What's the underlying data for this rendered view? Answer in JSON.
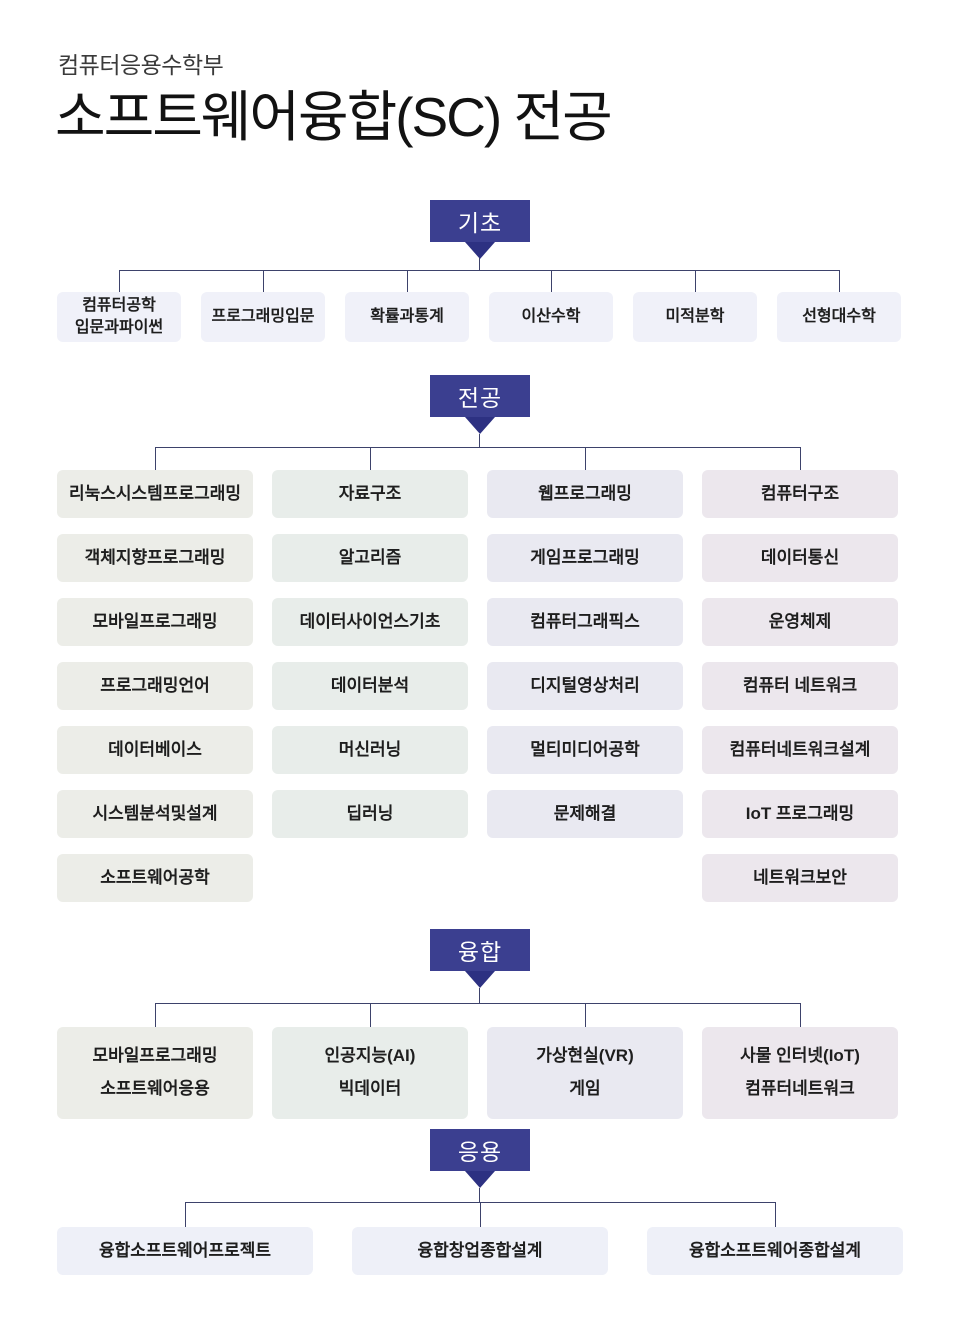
{
  "page": {
    "department": "컴퓨터응용수학부",
    "title": "소프트웨어융합(SC) 전공"
  },
  "colors": {
    "vars": {
      "navy": "#3b3f90",
      "navy-dark": "#2d3182",
      "line": "#3d426b",
      "text": "#1e1e1e",
      "fill-basic": "#f0f1f9",
      "fill-col1": "#ecede8",
      "fill-col2": "#e8edea",
      "fill-col3": "#e9e9f1",
      "fill-col4": "#ece7ed",
      "fill-app": "#eef0f8"
    }
  },
  "sections": {
    "basic": {
      "header": "기초",
      "items": [
        {
          "line1": "컴퓨터공학",
          "line2": "입문과파이썬"
        },
        "프로그래밍입문",
        "확률과통계",
        "이산수학",
        "미적분학",
        "선형대수학"
      ]
    },
    "major": {
      "header": "전공",
      "columns": [
        {
          "items": [
            "리눅스시스템프로그래밍",
            "객체지향프로그래밍",
            "모바일프로그래밍",
            "프로그래밍언어",
            "데이터베이스",
            "시스템분석및설계",
            "소프트웨어공학"
          ]
        },
        {
          "items": [
            "자료구조",
            "알고리즘",
            "데이터사이언스기초",
            "데이터분석",
            "머신러닝",
            "딥러닝"
          ]
        },
        {
          "items": [
            "웹프로그래밍",
            "게임프로그래밍",
            "컴퓨터그래픽스",
            "디지털영상처리",
            "멀티미디어공학",
            "문제해결"
          ]
        },
        {
          "items": [
            "컴퓨터구조",
            "데이터통신",
            "운영체제",
            "컴퓨터 네트워크",
            "컴퓨터네트워크설계",
            "IoT 프로그래밍",
            "네트워크보안"
          ]
        }
      ]
    },
    "convergence": {
      "header": "융합",
      "items": [
        {
          "line1": "모바일프로그래밍",
          "line2": "소프트웨어응용"
        },
        {
          "line1": "인공지능(AI)",
          "line2": "빅데이터"
        },
        {
          "line1": "가상현실(VR)",
          "line2": "게임"
        },
        {
          "line1": "사물 인터넷(IoT)",
          "line2": "컴퓨터네트워크"
        }
      ]
    },
    "application": {
      "header": "응용",
      "items": [
        "융합소프트웨어프로젝트",
        "융합창업종합설계",
        "융합소프트웨어종합설계"
      ]
    }
  }
}
